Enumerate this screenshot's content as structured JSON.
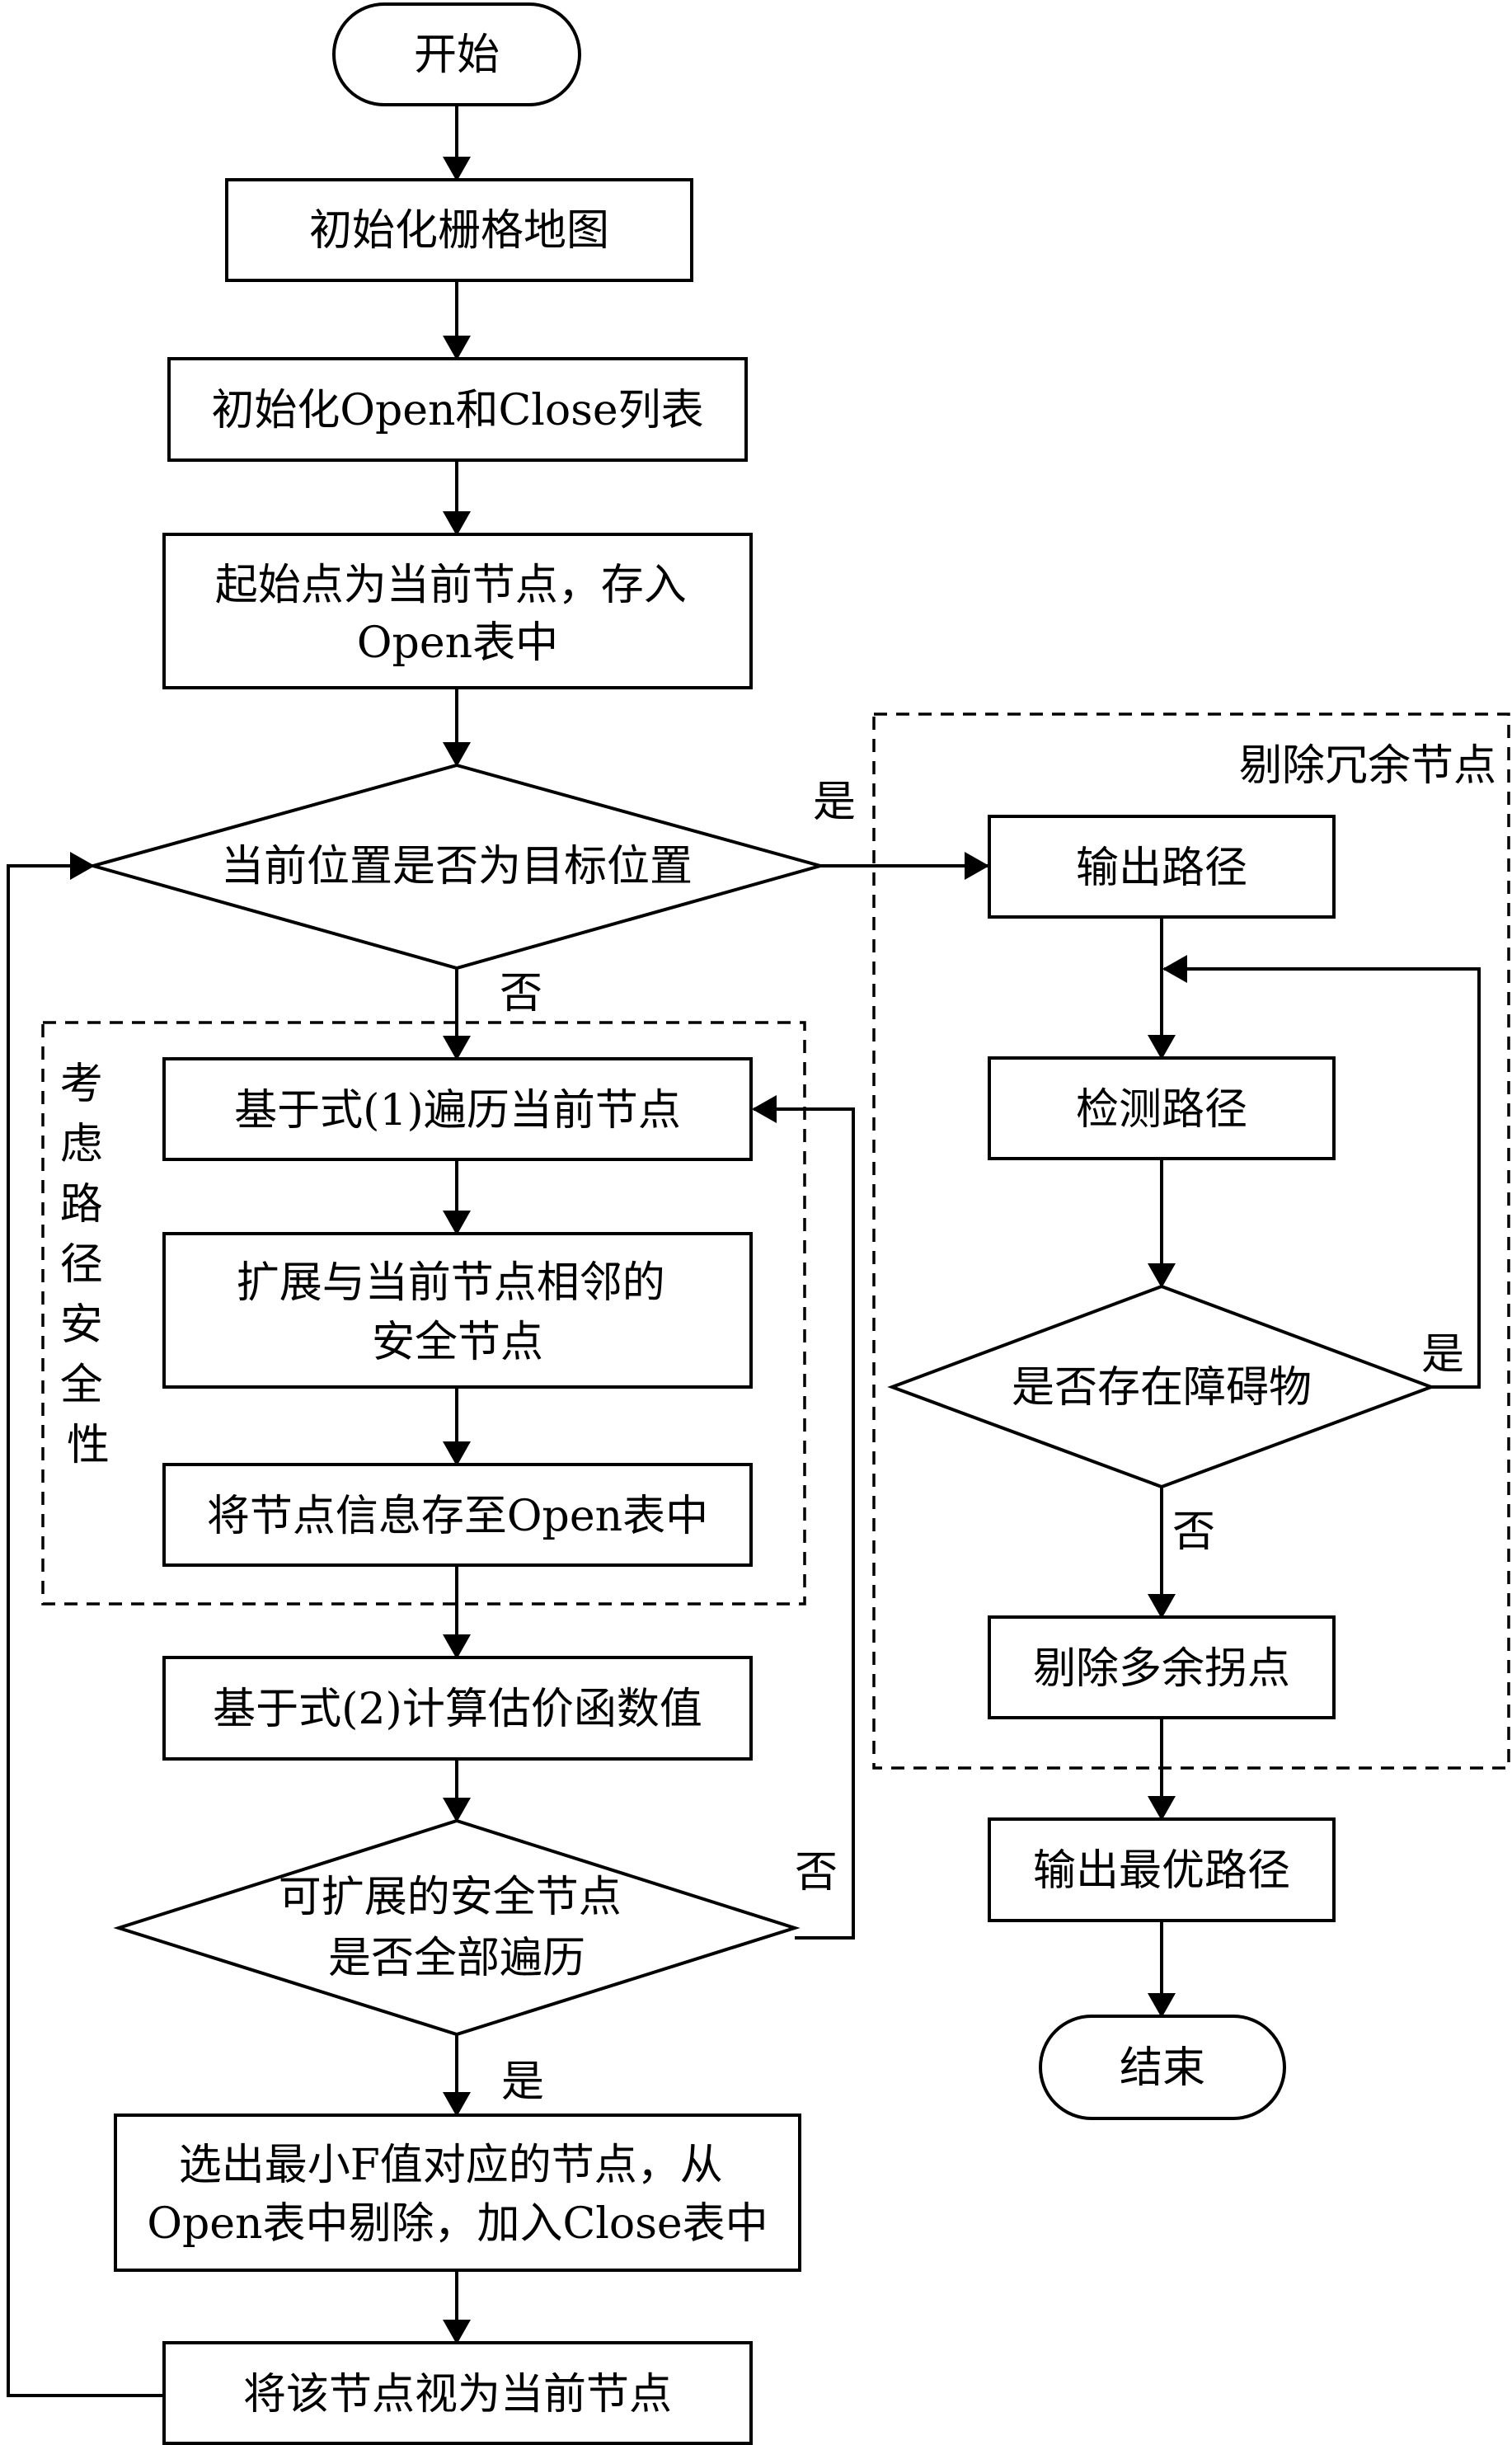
{
  "nodes": {
    "start": "开始",
    "init_grid": "初始化栅格地图",
    "init_lists": "初始化Open和Close列表",
    "start_node_line1": "起始点为当前节点，存入",
    "start_node_line2": "Open表中",
    "is_target": "当前位置是否为目标位置",
    "traverse": "基于式(1)遍历当前节点",
    "expand_line1": "扩展与当前节点相邻的",
    "expand_line2": "安全节点",
    "store_info": "将节点信息存至Open表中",
    "compute_cost": "基于式(2)计算估价函数值",
    "all_traversed_line1": "可扩展的安全节点",
    "all_traversed_line2": "是否全部遍历",
    "select_min_line1": "选出最小F值对应的节点，从",
    "select_min_line2": "Open表中剔除，加入Close表中",
    "set_current": "将该节点视为当前节点",
    "output_path": "输出路径",
    "detect_path": "检测路径",
    "has_obstacle": "是否存在障碍物",
    "remove_turns": "剔除多余拐点",
    "output_optimal": "输出最优路径",
    "end": "结束"
  },
  "edge_labels": {
    "target_yes": "是",
    "target_no": "否",
    "traversed_no": "否",
    "traversed_yes": "是",
    "obstacle_yes": "是",
    "obstacle_no": "否"
  },
  "groups": {
    "safety": [
      "考",
      "虑",
      "路",
      "径",
      "安",
      "全",
      "性"
    ],
    "redundant": "剔除冗余节点"
  },
  "colors": {
    "stroke": "#000000",
    "fill": "#ffffff"
  }
}
